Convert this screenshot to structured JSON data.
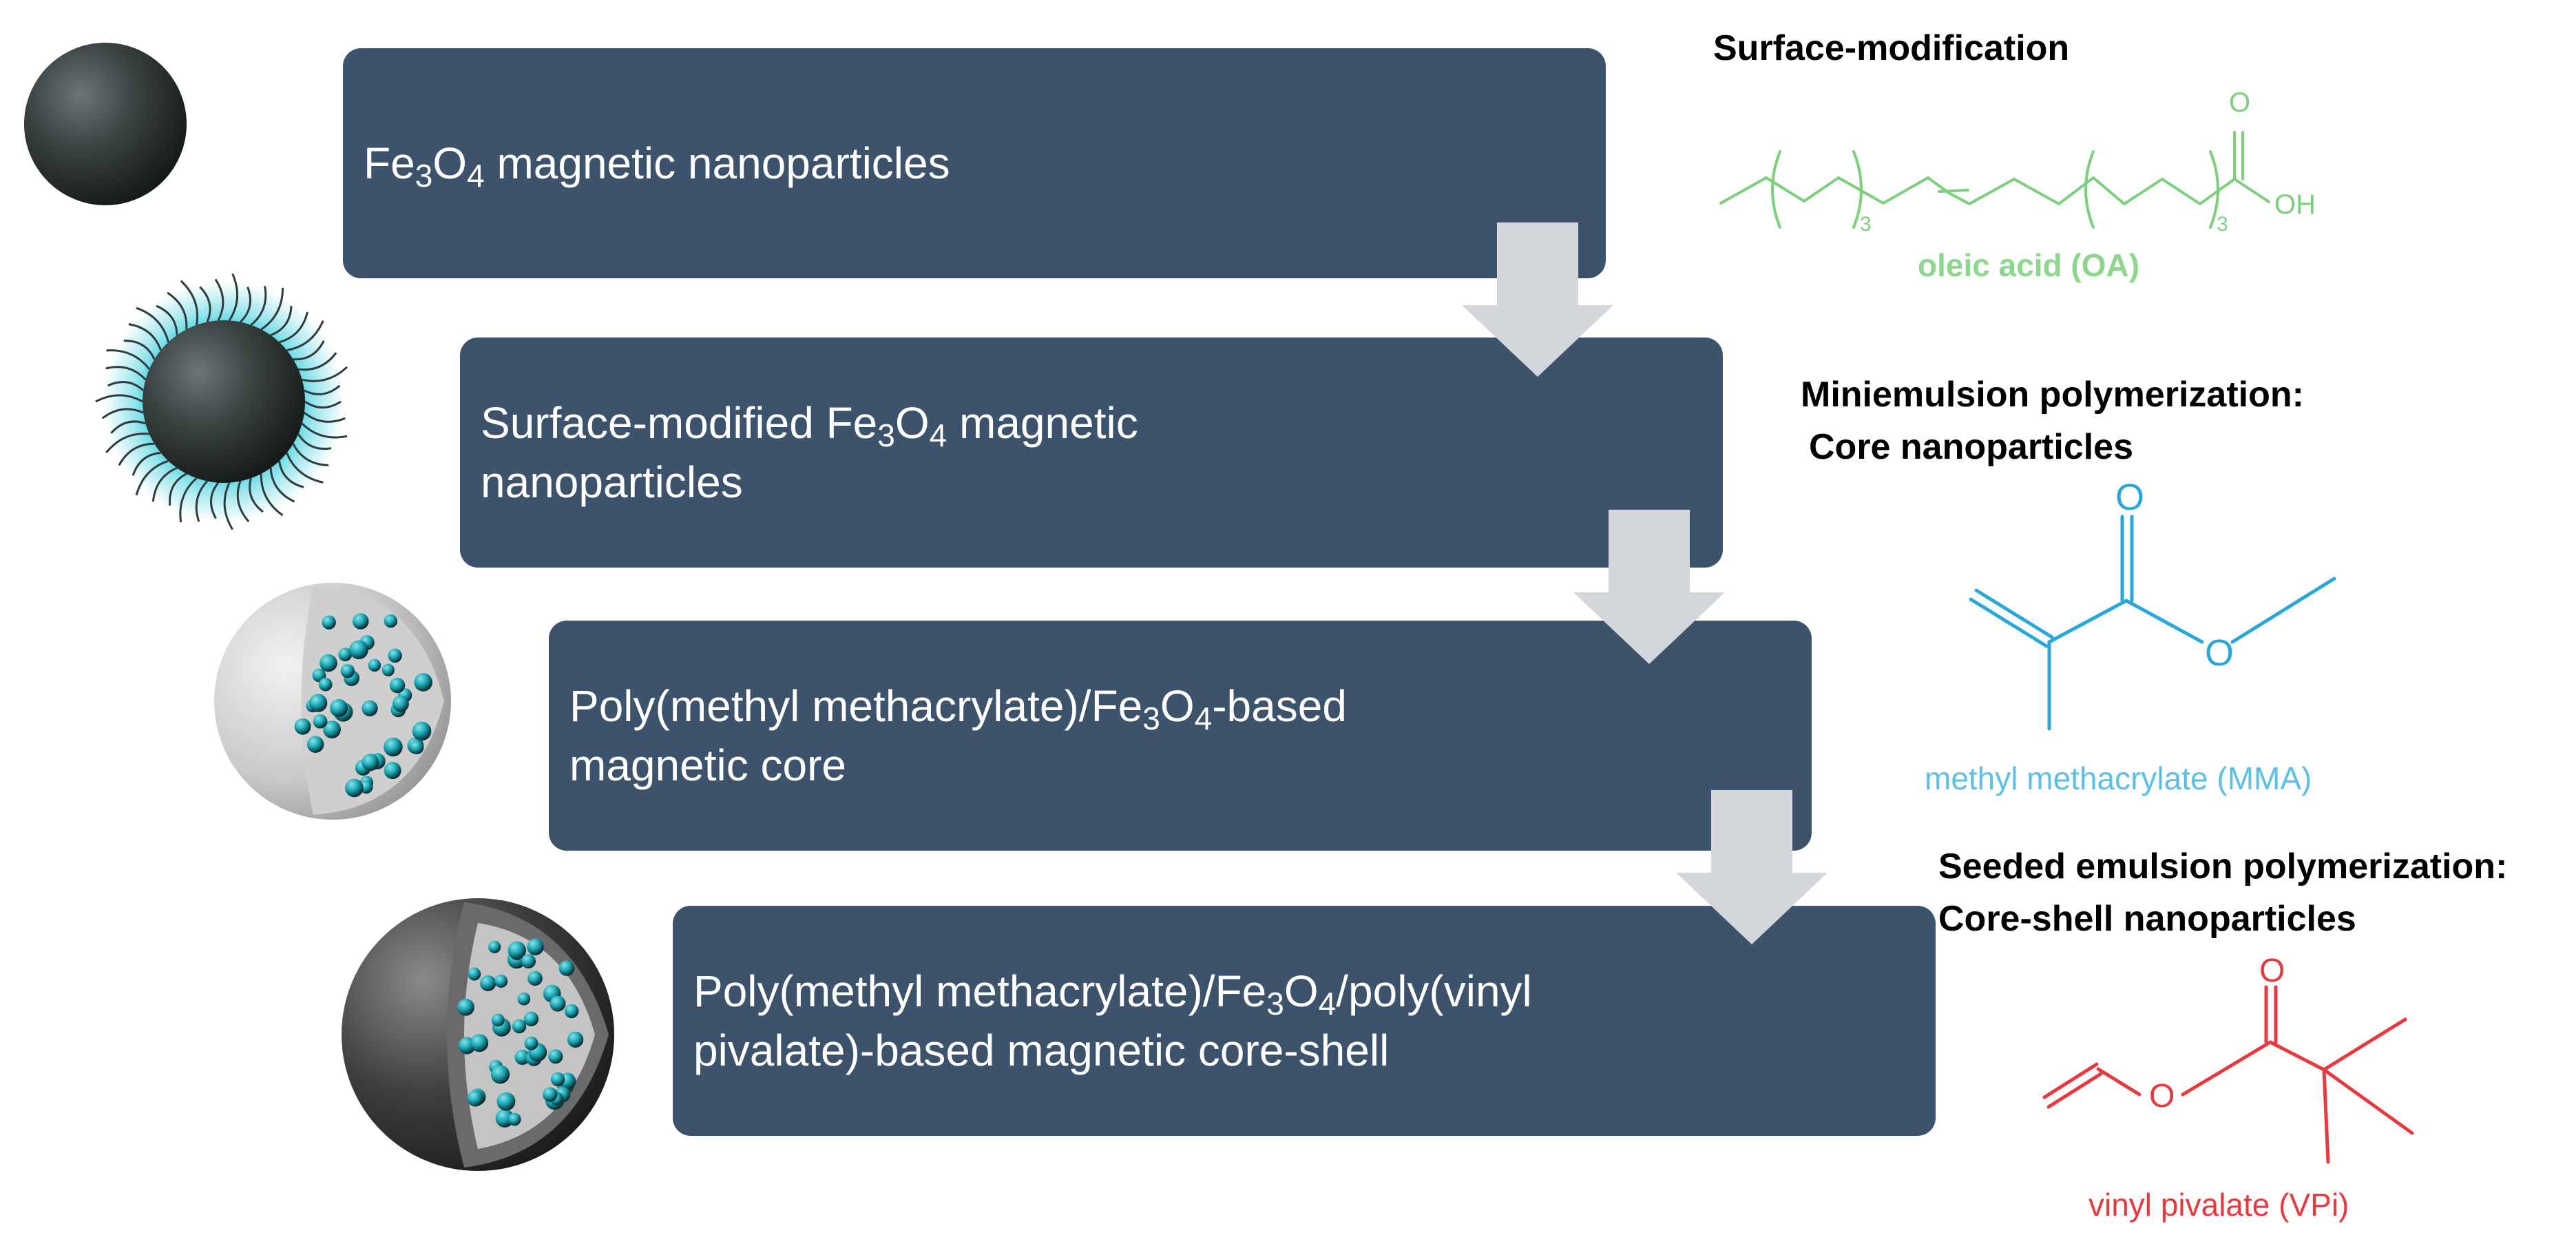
{
  "steps": [
    {
      "line1_pre": "Fe",
      "line1_sub1": "3",
      "line1_mid": "O",
      "line1_sub2": "4",
      "line1_post": " magnetic nanoparticles",
      "line2": ""
    },
    {
      "line1_pre": "Surface-modified  Fe",
      "line1_sub1": "3",
      "line1_mid": "O",
      "line1_sub2": "4",
      "line1_post": " magnetic",
      "line2": "nanoparticles"
    },
    {
      "line1_pre": "Poly(methyl methacrylate)/Fe",
      "line1_sub1": "3",
      "line1_mid": "O",
      "line1_sub2": "4",
      "line1_post": "-based",
      "line2": "magnetic core"
    },
    {
      "line1_pre": "Poly(methyl methacrylate)/Fe",
      "line1_sub1": "3",
      "line1_mid": "O",
      "line1_sub2": "4",
      "line1_post": "/poly(vinyl",
      "line2": "pivalate)-based magnetic core-shell"
    }
  ],
  "headings": {
    "surface_modification": "Surface-modification",
    "miniemulsion_line1": "Miniemulsion polymerization:",
    "miniemulsion_line2": "Core nanoparticles",
    "seeded_line1": "Seeded emulsion polymerization:",
    "seeded_line2": "Core-shell nanoparticles"
  },
  "chemicals": {
    "oleic_acid": {
      "caption": "oleic acid (OA)",
      "color": "#7ccf7c",
      "atom_o": "O",
      "atom_oh": "OH",
      "repeat_1": "3",
      "repeat_2": "3"
    },
    "mma": {
      "caption": "methyl methacrylate (MMA)",
      "color": "#2aa7d9",
      "atom_o_top": "O",
      "atom_o_ester": "O"
    },
    "vpi": {
      "caption": "vinyl pivalate (VPi)",
      "color": "#e8393f",
      "atom_o_top": "O",
      "atom_o_ester": "O"
    }
  },
  "colors": {
    "box": "#3d536b",
    "arrow": "#d3d6da",
    "sphere_dark": "#2e3436",
    "glow": "#19c6d6"
  }
}
